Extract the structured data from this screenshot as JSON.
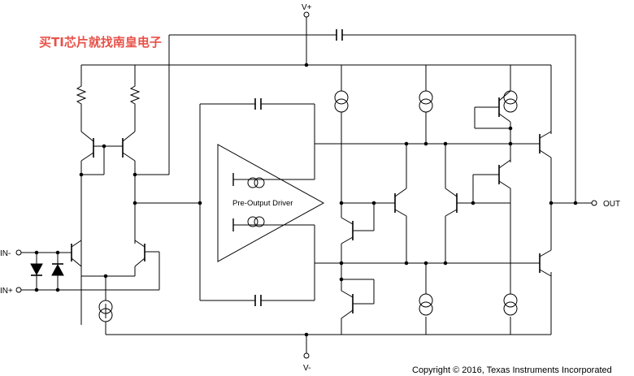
{
  "labels": {
    "vplus": "V+",
    "vminus": "V-",
    "in_minus": "IN-",
    "in_plus": "IN+",
    "out": "OUT",
    "driver": "Pre-Output Driver",
    "copyright": "Copyright © 2016, Texas Instruments Incorporated",
    "watermark": "买TI芯片就找南皇电子"
  }
}
